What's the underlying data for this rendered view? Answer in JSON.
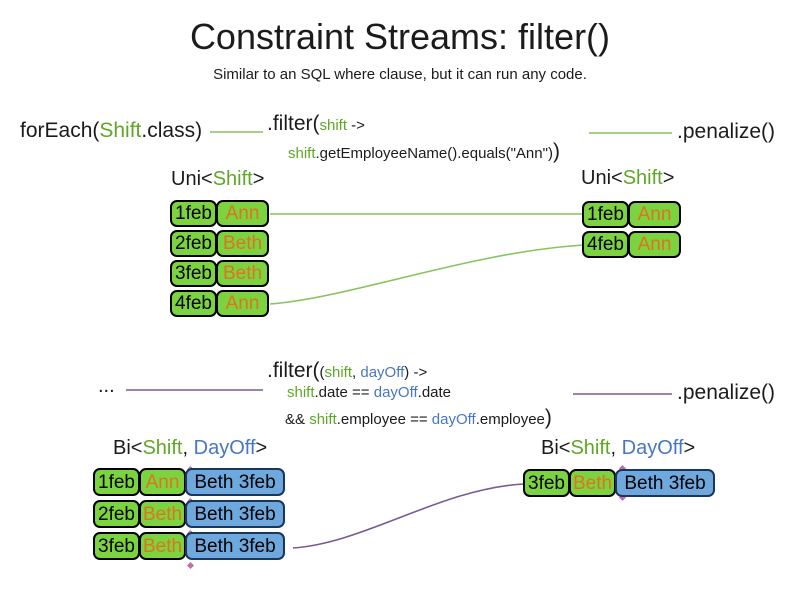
{
  "title": "Constraint Streams: filter()",
  "subtitle": "Similar to an SQL where clause, but it can run any code.",
  "colors": {
    "green_text": "#5fa726",
    "blue_text": "#4776c4",
    "orange_text": "#e0731d",
    "green_fill": "#7cd340",
    "blue_fill": "#6fa8dc",
    "blue_border": "#17375e",
    "green_line": "#85c45c",
    "purple_line": "#7a5a96",
    "diamond_pink": "#c06fae"
  },
  "uni_section": {
    "foreach_parts": [
      {
        "t": "forEach(",
        "c": "black"
      },
      {
        "t": "Shift",
        "c": "green"
      },
      {
        "t": ".class)",
        "c": "black"
      }
    ],
    "filter_head_parts": [
      {
        "t": ".filter(",
        "c": "bigblack"
      },
      {
        "t": "shift",
        "c": "green"
      },
      {
        "t": " ->",
        "c": "black"
      }
    ],
    "filter_body_parts": [
      {
        "t": "shift",
        "c": "green"
      },
      {
        "t": ".getEmployeeName().equals(\"Ann\")",
        "c": "black"
      },
      {
        "t": ")",
        "c": "bigblack"
      }
    ],
    "penalize_label": ".penalize()",
    "left_label_parts": [
      {
        "t": "Uni<",
        "c": "black"
      },
      {
        "t": "Shift",
        "c": "green"
      },
      {
        "t": ">",
        "c": "black"
      }
    ],
    "right_label_parts": [
      {
        "t": "Uni<",
        "c": "black"
      },
      {
        "t": "Shift",
        "c": "green"
      },
      {
        "t": ">",
        "c": "black"
      }
    ],
    "left_rows": [
      {
        "date": "1feb",
        "name": "Ann"
      },
      {
        "date": "2feb",
        "name": "Beth"
      },
      {
        "date": "3feb",
        "name": "Beth"
      },
      {
        "date": "4feb",
        "name": "Ann"
      }
    ],
    "right_rows": [
      {
        "date": "1feb",
        "name": "Ann"
      },
      {
        "date": "4feb",
        "name": "Ann"
      }
    ]
  },
  "bi_section": {
    "ellipsis": "...",
    "filter_head_parts": [
      {
        "t": ".filter(",
        "c": "bigblack"
      },
      {
        "t": "(",
        "c": "black"
      },
      {
        "t": "shift",
        "c": "green"
      },
      {
        "t": ", ",
        "c": "black"
      },
      {
        "t": "dayOff",
        "c": "blue"
      },
      {
        "t": ") ->",
        "c": "black"
      }
    ],
    "filter_line2_parts": [
      {
        "t": "shift",
        "c": "green"
      },
      {
        "t": ".date == ",
        "c": "black"
      },
      {
        "t": "dayOff",
        "c": "blue"
      },
      {
        "t": ".date",
        "c": "black"
      }
    ],
    "filter_line3_parts": [
      {
        "t": "&& ",
        "c": "black"
      },
      {
        "t": "shift",
        "c": "green"
      },
      {
        "t": ".employee == ",
        "c": "black"
      },
      {
        "t": "dayOff",
        "c": "blue"
      },
      {
        "t": ".employee",
        "c": "black"
      },
      {
        "t": ")",
        "c": "bigblack"
      }
    ],
    "penalize_label": ".penalize()",
    "left_label_parts": [
      {
        "t": "Bi<",
        "c": "black"
      },
      {
        "t": "Shift",
        "c": "green"
      },
      {
        "t": ", ",
        "c": "black"
      },
      {
        "t": "DayOff",
        "c": "blue"
      },
      {
        "t": ">",
        "c": "black"
      }
    ],
    "right_label_parts": [
      {
        "t": "Bi<",
        "c": "black"
      },
      {
        "t": "Shift",
        "c": "green"
      },
      {
        "t": ", ",
        "c": "black"
      },
      {
        "t": "DayOff",
        "c": "blue"
      },
      {
        "t": ">",
        "c": "black"
      }
    ],
    "left_rows": [
      {
        "date": "1feb",
        "name": "Ann",
        "dayoff": "Beth 3feb"
      },
      {
        "date": "2feb",
        "name": "Beth",
        "dayoff": "Beth 3feb"
      },
      {
        "date": "3feb",
        "name": "Beth",
        "dayoff": "Beth 3feb"
      }
    ],
    "right_rows": [
      {
        "date": "3feb",
        "name": "Beth",
        "dayoff": "Beth 3feb"
      }
    ]
  }
}
